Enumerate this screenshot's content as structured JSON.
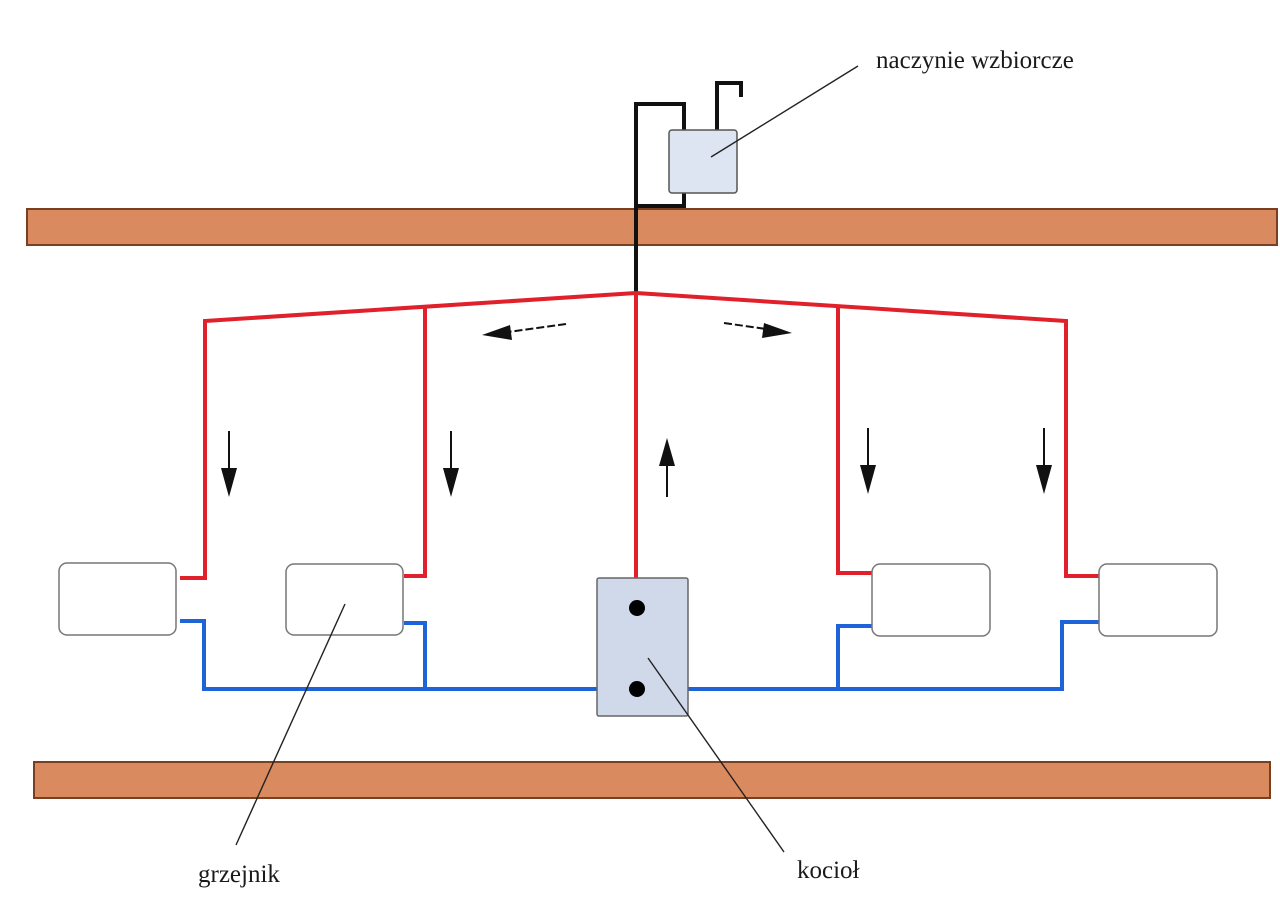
{
  "labels": {
    "expansion_tank": "naczynie wzbiorcze",
    "radiator": "grzejnik",
    "boiler": "kocioł"
  },
  "colors": {
    "supply_pipe": "#e0202a",
    "return_pipe": "#1f63d8",
    "expansion_pipe": "#111111",
    "beam": "#d98a5e"
  },
  "flow_arrows": [
    "up",
    "left",
    "right",
    "down",
    "down",
    "down",
    "down"
  ]
}
